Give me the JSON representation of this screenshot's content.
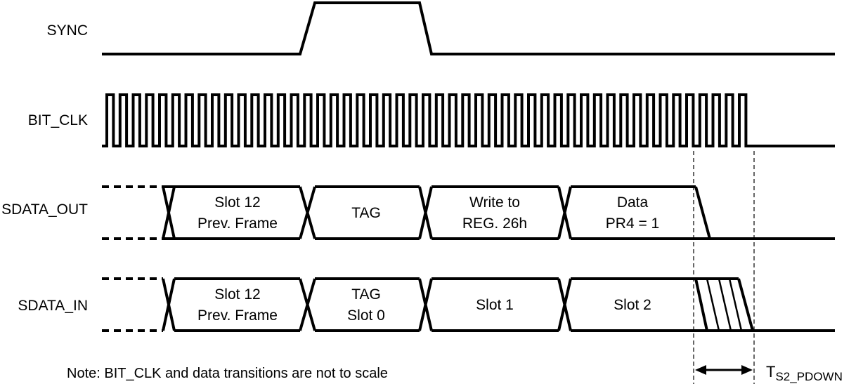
{
  "signals": {
    "sync": "SYNC",
    "bit_clk": "BIT_CLK",
    "sdata_out": "SDATA_OUT",
    "sdata_in": "SDATA_IN"
  },
  "sdata_out_slots": {
    "slot12_line1": "Slot 12",
    "slot12_line2": "Prev. Frame",
    "tag": "TAG",
    "write_line1": "Write to",
    "write_line2": "REG. 26h",
    "data_line1": "Data",
    "data_line2": "PR4 = 1"
  },
  "sdata_in_slots": {
    "slot12_line1": "Slot 12",
    "slot12_line2": "Prev. Frame",
    "tag_line1": "TAG",
    "tag_line2": "Slot 0",
    "slot1": "Slot 1",
    "slot2": "Slot 2"
  },
  "note": "Note:  BIT_CLK and data transitions are not to scale",
  "timing_label": {
    "main": "T",
    "subscript": "S2_PDOWN"
  }
}
